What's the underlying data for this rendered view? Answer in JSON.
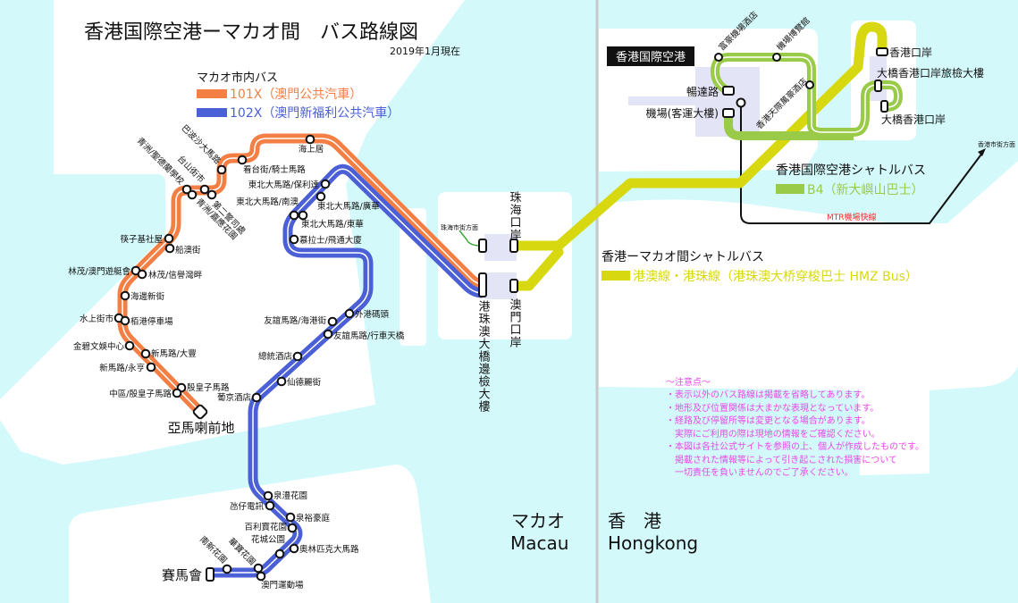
{
  "title": "香港国際空港ーマカオ間　バス路線図",
  "as_of": "2019年1月現在",
  "legend": {
    "heading": "マカオ市内バス",
    "routes": [
      {
        "label": "101X（澳門公共汽車）",
        "color": "#f47f45"
      },
      {
        "label": "102X（澳門新福利公共汽車）",
        "color": "#4b5fd6"
      }
    ]
  },
  "routes": {
    "r101x": {
      "color": "#f47f45",
      "terminal": "亞馬喇前地",
      "stops": [
        "海上居",
        "看台街/騎士馬路",
        "巴波沙大馬路",
        "台山街市",
        "青洲/聖德蘭學校",
        "青洲/嘉應花園",
        "第二警司處",
        "筷子基社屋",
        "船澳街",
        "林茂/澳門遊艇會",
        "林茂/信譽灣畔",
        "海邊新街",
        "水上街市",
        "栢港停車場",
        "金碧文娛中心",
        "新馬路/大豐",
        "新馬路/永亨",
        "殷皇子馬路",
        "中區/殷皇子馬路"
      ]
    },
    "r102x": {
      "color": "#4b5fd6",
      "terminal": "賽馬會",
      "stops": [
        "東北大馬路/保利達",
        "東北大馬路/廣華",
        "東北大馬路/南澳",
        "東北大馬路/東華",
        "慕拉士/飛通大廈",
        "外港碼頭",
        "友誼馬路/海港街",
        "友誼馬路/行車天橋",
        "總統酒店",
        "仙德麗街",
        "葡京酒店",
        "泉澧花園",
        "氹仔電訊",
        "泉裕豪庭",
        "百利寶花園",
        "奧林匹克大馬路",
        "花城公園",
        "華寶花園",
        "南新花園",
        "澳門運動場"
      ]
    }
  },
  "bridge": {
    "zhuhai_port": "珠海口岸",
    "zhuhai_city": "珠海市街方面",
    "macau_port": "澳門口岸",
    "hzmb_building": "港珠澳大橋邊檢大樓"
  },
  "hk": {
    "airport": "香港国際空港",
    "airport_stops": [
      "富豪機場酒店",
      "機場博覽館",
      "香港天際萬豪酒店",
      "暢達路",
      "機場(客運大樓)"
    ],
    "hk_port": "香港口岸",
    "hk_port_building": "大橋香港口岸旅檢大樓",
    "hk_port_bus": "大橋香港口岸",
    "mtr": "MTR機場快線",
    "mtr_color": "#ff2a2a",
    "city": "香港市街方面",
    "b4_heading": "香港国際空港シャトルバス",
    "b4_label": "B4（新大嶼山巴士）",
    "b4_color": "#9acb48",
    "hzm_heading": "香港ーマカオ間シャトルバス",
    "hzm_label": "港澳線・港珠線（港珠澳大桥穿梭巴士 HMZ Bus）",
    "hzm_color": "#d8d810"
  },
  "notes": {
    "color": "#e848e8",
    "heading": "～注意点～",
    "lines": [
      "・表示以外のバス路線は掲載を省略してあります。",
      "・地形及び位置関係は大まかな表現となっています。",
      "・経路及び停留所等は変更となる場合があります。",
      "　実際にご利用の際は現地の情報をご確認ください。",
      "・本図は各社公式サイトを参照の上、個人が作成したものです。",
      "　掲載された情報等によって引き起こされた損害について",
      "　一切責任を負いませんのでご了承ください。"
    ]
  },
  "regions": {
    "macau_ja": "マカオ",
    "macau_en": "Macau",
    "hk_ja": "香　港",
    "hk_en": "Hongkong"
  }
}
